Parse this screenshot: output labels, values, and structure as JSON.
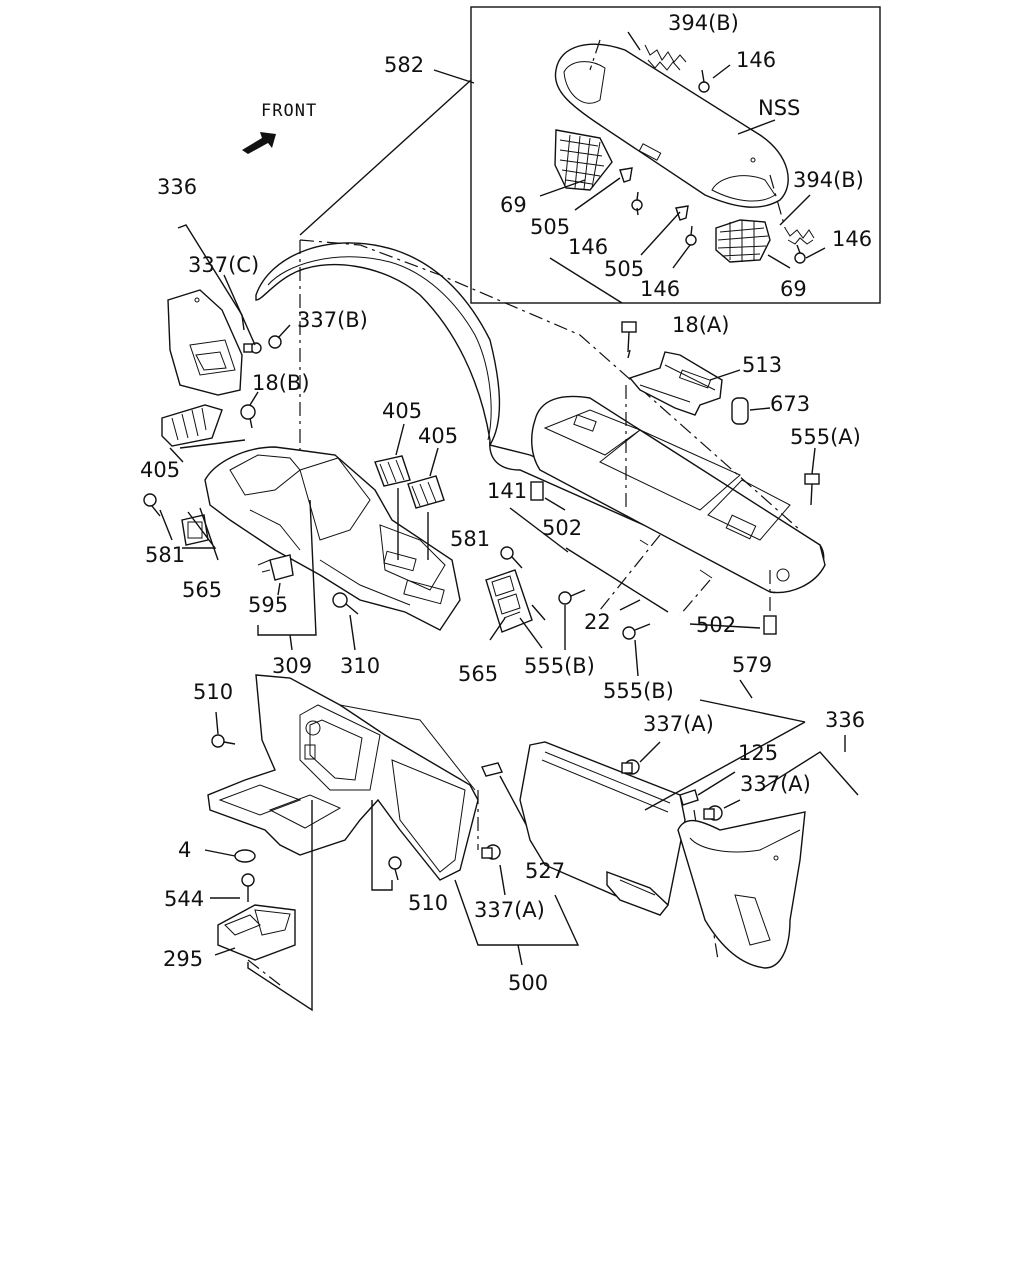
{
  "front_label": "FRONT",
  "labels": {
    "l582": "582",
    "l394b_top": "394(B)",
    "l146_a": "146",
    "lNSS": "NSS",
    "l394b_right": "394(B)",
    "l69_left": "69",
    "l505_a": "505",
    "l146_b": "146",
    "l505_b": "505",
    "l146_c": "146",
    "l146_d": "146",
    "l69_right": "69",
    "l336_left": "336",
    "l337c": "337(C)",
    "l337b": "337(B)",
    "l18b": "18(B)",
    "l18a": "18(A)",
    "l513": "513",
    "l673": "673",
    "l555a": "555(A)",
    "l405_left": "405",
    "l405_mid": "405",
    "l405_right": "405",
    "l141": "141",
    "l502_top": "502",
    "l581_left": "581",
    "l565_left": "565",
    "l581_right": "581",
    "l595": "595",
    "l309": "309",
    "l310": "310",
    "l565_right": "565",
    "l555b_mid": "555(B)",
    "l22": "22",
    "l502_bottom": "502",
    "l555b_right": "555(B)",
    "l579": "579",
    "l510_top": "510",
    "l337a_top": "337(A)",
    "l336_right": "336",
    "l125": "125",
    "l337a_right": "337(A)",
    "l4": "4",
    "l544": "544",
    "l527": "527",
    "l510_bottom": "510",
    "l337a_bottom": "337(A)",
    "l295": "295",
    "l500": "500"
  }
}
